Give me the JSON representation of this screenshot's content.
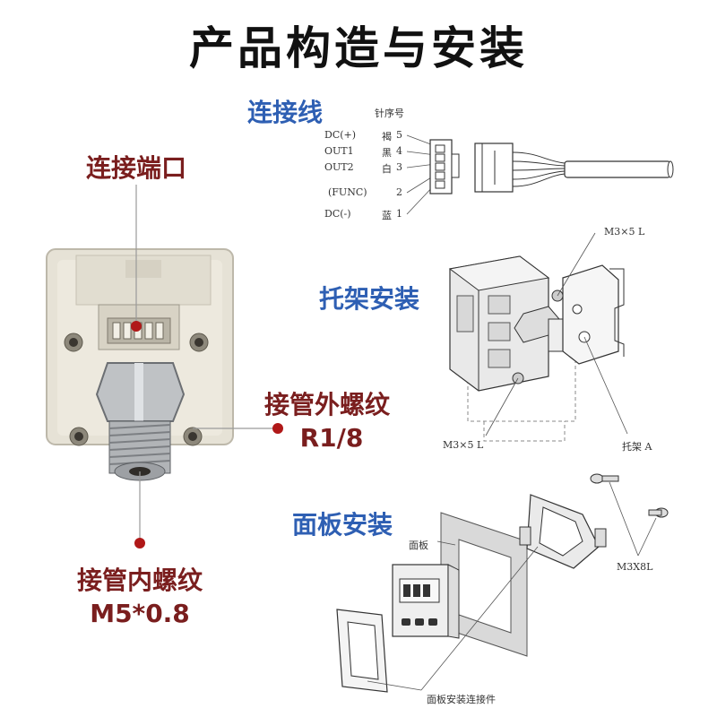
{
  "title": "产品构造与安装",
  "sections": {
    "wire": "连接线",
    "bracket": "托架安装",
    "panel": "面板安装"
  },
  "callouts": {
    "port": "连接端口",
    "outer_thread_label": "接管外螺纹",
    "outer_thread_value": "R1/8",
    "inner_thread_label": "接管内螺纹",
    "inner_thread_value": "M5*0.8"
  },
  "wire_diagram": {
    "header": "针序号",
    "pins": [
      {
        "signal": "DC(+)",
        "color": "褐",
        "num": "5"
      },
      {
        "signal": "OUT1",
        "color": "黑",
        "num": "4"
      },
      {
        "signal": "OUT2",
        "color": "白",
        "num": "3"
      },
      {
        "signal": "(FUNC)",
        "color": "",
        "num": "2"
      },
      {
        "signal": "DC(-)",
        "color": "蓝",
        "num": "1"
      }
    ]
  },
  "bracket_diagram": {
    "screw_top": "M3×5 L",
    "screw_bottom": "M3×5 L",
    "bracket": "托架 A"
  },
  "panel_diagram": {
    "panel": "面板",
    "screws": "M3X8L",
    "connector": "面板安装连接件"
  },
  "colors": {
    "section_blue": "#2e5fb3",
    "callout_red": "#7a1e1e",
    "callout_dot": "#b01818"
  }
}
